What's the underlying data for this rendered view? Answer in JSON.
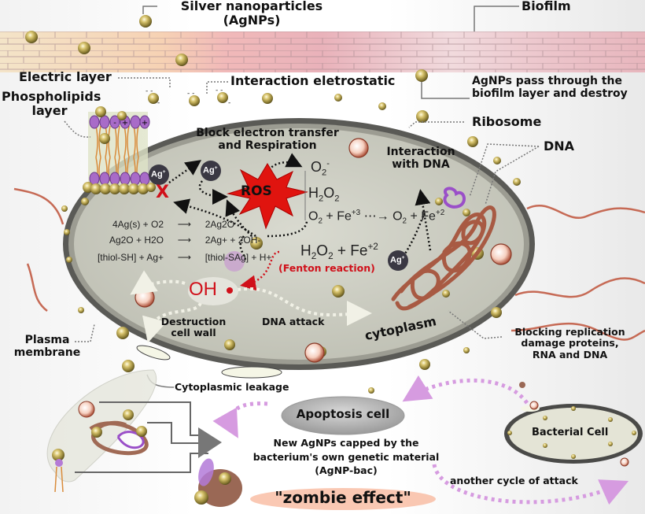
{
  "labels": {
    "silver_nanoparticles_line1": "Silver nanoparticles",
    "silver_nanoparticles_line2": "(AgNPs)",
    "biofilm": "Biofilm",
    "electric_layer": "Electric layer",
    "interaction_electrostatic": "Interaction eletrostatic",
    "agnps_pass_line1": "AgNPs pass through the",
    "agnps_pass_line2": "biofilm layer and destroy",
    "phospholipids_line1": "Phospholipids",
    "phospholipids_line2": "layer",
    "block_electron_line1": "Block electron transfer",
    "block_electron_line2": "and Respiration",
    "ribosome": "Ribosome",
    "dna": "DNA",
    "interaction_dna_line1": "Interaction",
    "interaction_dna_line2": "with DNA",
    "ros": "ROS",
    "ag_ion": "Ag",
    "ag_ion_charge": "+",
    "block_mark": "X",
    "fenton_reaction": "(Fenton reaction)",
    "oh_radical": "OH",
    "destruction_line1": "Destruction",
    "destruction_line2": "cell wall",
    "dna_attack": "DNA attack",
    "cytoplasm": "cytoplasm",
    "plasma_line1": "Plasma",
    "plasma_line2": "membrane",
    "blocking_line1": "Blocking replication",
    "blocking_line2": "damage proteins,",
    "blocking_line3": "RNA and DNA",
    "cytoplasmic_leakage": "Cytoplasmic leakage",
    "apoptosis": "Apoptosis cell",
    "new_agnps_line1": "New AgNPs capped by the",
    "new_agnps_line2": "bacterium's own genetic material",
    "new_agnps_line3": "(AgNP-bac)",
    "zombie_effect": "\"zombie effect\"",
    "bacterial_cell": "Bacterial Cell",
    "another_cycle": "another cycle of attack"
  },
  "ros_species": {
    "superoxide": {
      "base": "O",
      "sub": "2",
      "sup": "-"
    },
    "peroxide": {
      "a": "H",
      "sub1": "2",
      "b": "O",
      "sub2": "2"
    },
    "fe_reaction": {
      "lhs": "O",
      "lhs_sub": "2",
      "lhs_sup": "-",
      "plus1": " + Fe",
      "fe3": "+3",
      "rhs": "O",
      "rhs_sub": "2",
      "plus2": " + Fe",
      "fe2": "+2"
    }
  },
  "fenton": {
    "a": "H",
    "sub1": "2",
    "b": "O",
    "sub2": "2",
    "plus": " + Fe",
    "sup": "+2"
  },
  "equations": [
    {
      "lhs": "4Ag(s) + O2",
      "rhs": "2Ag2O"
    },
    {
      "lhs": "Ag2O + H2O",
      "rhs": "2Ag+ + 2OH-"
    },
    {
      "lhs": "[thiol-SH] + Ag+",
      "rhs": "[thiol-SAg] + H+"
    }
  ],
  "membrane_charges": [
    "-",
    "-",
    "+",
    "+"
  ],
  "colors": {
    "biofilm_pink": "#e8a8b2",
    "cell_fill": "#c9cabd",
    "cell_border": "#4a4a48",
    "ros_red": "#e0140f",
    "fenton_red": "#d0101a",
    "agnp_gold": "#c9b35a",
    "dna_brown": "#b05a45",
    "plasmid_purple": "#9a4fc8",
    "cycle_arrow": "#d69be0",
    "ag_ion_dark": "#3a3843"
  }
}
